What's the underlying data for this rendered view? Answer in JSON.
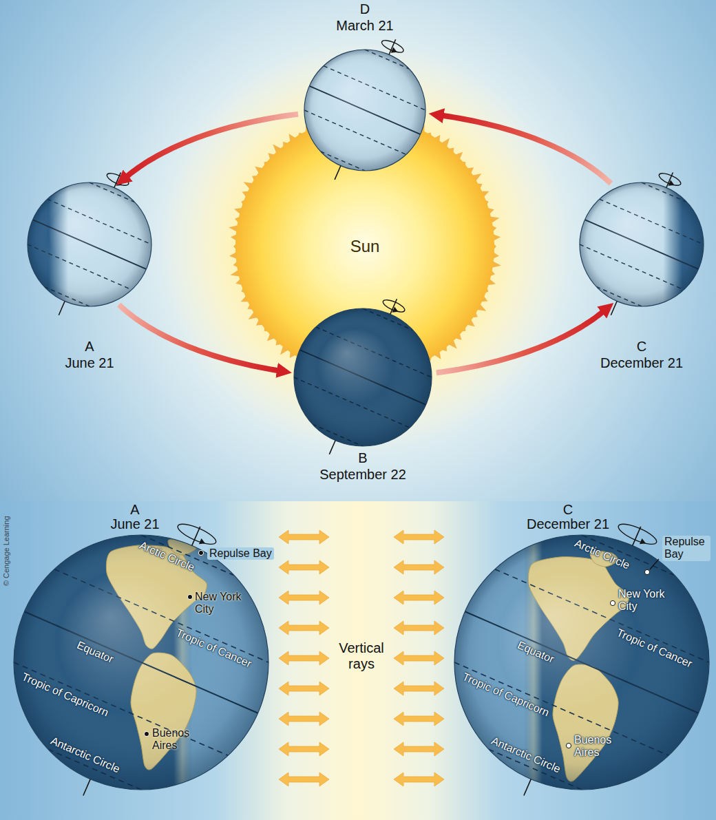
{
  "diagram": {
    "nodes": [
      {
        "text": [
          "D",
          "March 21"
        ]
      },
      {
        "text": [
          "A",
          "June 21"
        ]
      },
      {
        "text": [
          "Sun"
        ]
      },
      {
        "text": [
          "C",
          "December 21"
        ]
      },
      {
        "text": [
          "B",
          "September 22"
        ]
      },
      {
        "text": [
          "A",
          "June 21",
          "Repulse Bay",
          "Arctic Circle",
          "New York City",
          "Tropic of Cancer",
          "Equator",
          "Tropic of Capricorn",
          "Buenos Aires",
          "Antarctic Circle"
        ]
      },
      {
        "text": [
          "C",
          "December 21",
          "Repulse Bay",
          "Arctic Circle",
          "New York City",
          "Tropic of Cancer",
          "Equator",
          "Tropic of Capricorn",
          "Buenos Aires",
          "Antarctic Circle"
        ]
      }
    ],
    "edges": [
      {
        "from": 0,
        "to": 1,
        "arrow": "to"
      },
      {
        "from": 1,
        "to": 4,
        "arrow": "to"
      },
      {
        "from": 4,
        "to": 3,
        "arrow": "to"
      },
      {
        "from": 3,
        "to": 0,
        "arrow": "to"
      }
    ],
    "labels": [
      "Vertical rays",
      "© Cengage Learning"
    ]
  }
}
